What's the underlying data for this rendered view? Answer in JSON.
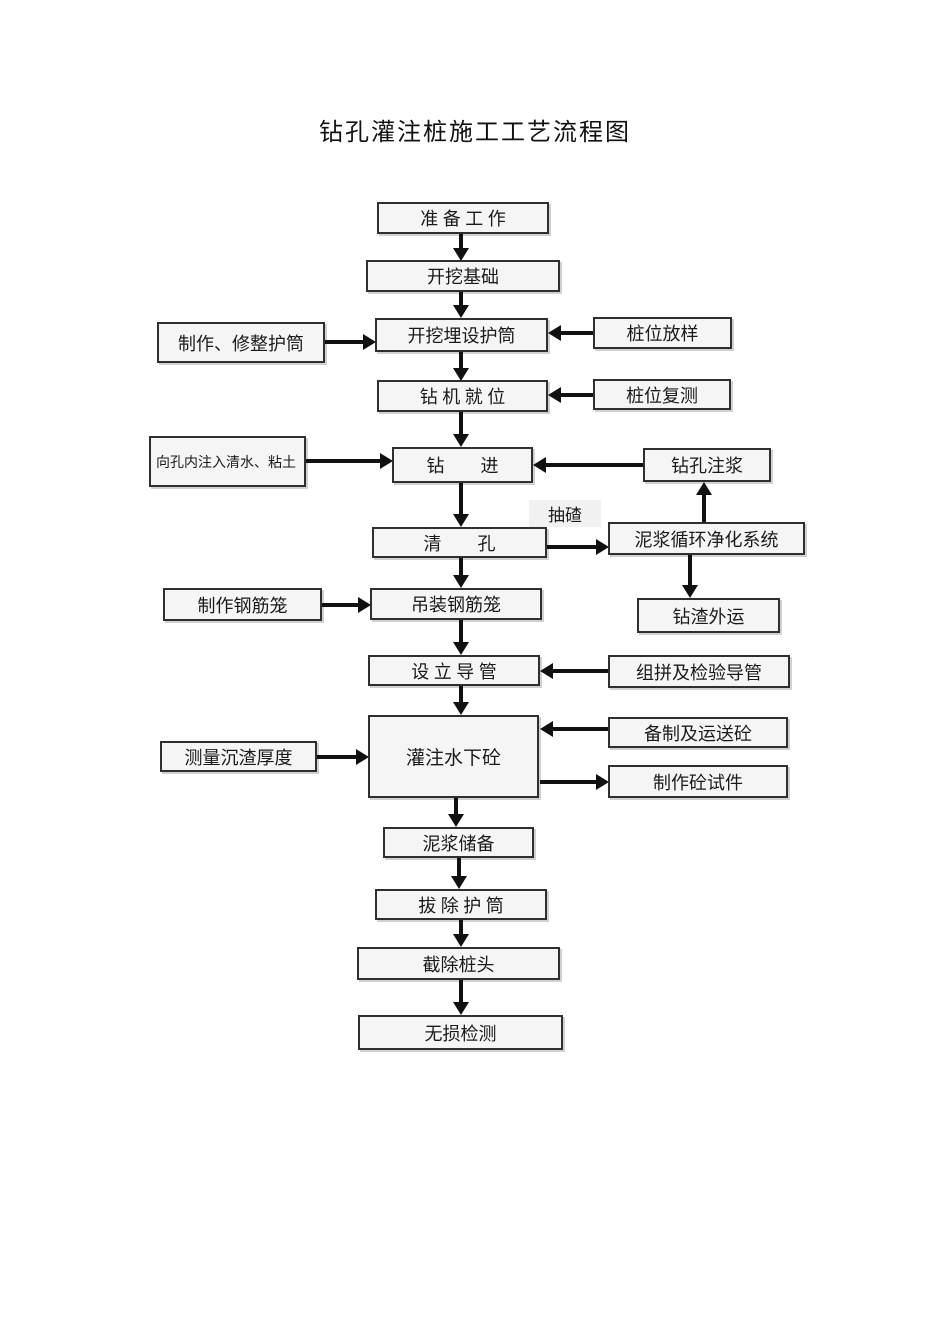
{
  "page": {
    "title": "钻孔灌注桩施工工艺流程图"
  },
  "colors": {
    "background": "#ffffff",
    "box_fill": "#f5f5f5",
    "box_border": "#2f2f2f",
    "arrow": "#111111",
    "text": "#1a1a1a"
  },
  "nodes": {
    "prep": {
      "label": "准 备 工 作"
    },
    "excavate_foundation": {
      "label": "开挖基础"
    },
    "make_repair_casing": {
      "label": "制作、修整护筒"
    },
    "excavate_install_casing": {
      "label": "开挖埋设护筒"
    },
    "pile_layout": {
      "label": "桩位放样"
    },
    "drill_rig_position": {
      "label": "钻 机 就 位"
    },
    "pile_recheck": {
      "label": "桩位复测"
    },
    "inject_water_clay": {
      "label": "向孔内注入清水、粘土"
    },
    "drilling": {
      "label": "钻　　进"
    },
    "hole_grouting": {
      "label": "钻孔注浆"
    },
    "hole_cleaning": {
      "label": "清　　孔"
    },
    "mud_circulation": {
      "label": "泥浆循环净化系统"
    },
    "slag_removal": {
      "label": "钻渣外运"
    },
    "make_rebar_cage": {
      "label": "制作钢筋笼"
    },
    "hoist_rebar_cage": {
      "label": "吊装钢筋笼"
    },
    "install_conduit": {
      "label": "设 立 导 管"
    },
    "assemble_check_conduit": {
      "label": "组拼及检验导管"
    },
    "measure_sediment": {
      "label": "测量沉渣厚度"
    },
    "pour_underwater_concrete": {
      "label": "灌注水下砼"
    },
    "prepare_transport_concrete": {
      "label": "备制及运送砼"
    },
    "make_concrete_samples": {
      "label": "制作砼试件"
    },
    "mud_reserve": {
      "label": "泥浆储备"
    },
    "remove_casing": {
      "label": "拔 除 护 筒"
    },
    "cut_pile_head": {
      "label": "截除桩头"
    },
    "ndt": {
      "label": "无损检测"
    }
  },
  "edge_labels": {
    "suction": "抽碴"
  },
  "edges": [
    {
      "from": "准备工作",
      "to": "开挖基础"
    },
    {
      "from": "开挖基础",
      "to": "开挖埋设护筒"
    },
    {
      "from": "制作、修整护筒",
      "to": "开挖埋设护筒"
    },
    {
      "from": "桩位放样",
      "to": "开挖埋设护筒"
    },
    {
      "from": "开挖埋设护筒",
      "to": "钻机就位"
    },
    {
      "from": "桩位复测",
      "to": "钻机就位"
    },
    {
      "from": "钻机就位",
      "to": "钻进"
    },
    {
      "from": "向孔内注入清水、粘土",
      "to": "钻进"
    },
    {
      "from": "钻孔注浆",
      "to": "钻进"
    },
    {
      "from": "钻进",
      "to": "清孔"
    },
    {
      "from": "清孔",
      "to": "泥浆循环净化系统",
      "label": "抽碴"
    },
    {
      "from": "泥浆循环净化系统",
      "to": "钻孔注浆"
    },
    {
      "from": "泥浆循环净化系统",
      "to": "钻渣外运"
    },
    {
      "from": "清孔",
      "to": "吊装钢筋笼"
    },
    {
      "from": "制作钢筋笼",
      "to": "吊装钢筋笼"
    },
    {
      "from": "吊装钢筋笼",
      "to": "设立导管"
    },
    {
      "from": "组拼及检验导管",
      "to": "设立导管"
    },
    {
      "from": "设立导管",
      "to": "灌注水下砼"
    },
    {
      "from": "测量沉渣厚度",
      "to": "灌注水下砼"
    },
    {
      "from": "备制及运送砼",
      "to": "灌注水下砼"
    },
    {
      "from": "灌注水下砼",
      "to": "制作砼试件"
    },
    {
      "from": "灌注水下砼",
      "to": "泥浆储备"
    },
    {
      "from": "泥浆储备",
      "to": "拔除护筒"
    },
    {
      "from": "拔除护筒",
      "to": "截除桩头"
    },
    {
      "from": "截除桩头",
      "to": "无损检测"
    }
  ]
}
